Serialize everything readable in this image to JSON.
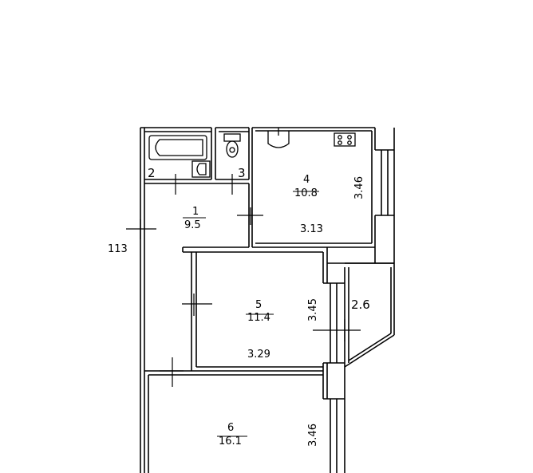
{
  "plan": {
    "outer_label": "113",
    "rooms": [
      {
        "id": "room-1",
        "number": "1",
        "area": "9.5"
      },
      {
        "id": "room-2",
        "number": "2"
      },
      {
        "id": "room-3",
        "number": "3"
      },
      {
        "id": "room-4",
        "number": "4",
        "area": "10.8",
        "dim_h": "3.46",
        "dim_w": "3.13"
      },
      {
        "id": "room-5",
        "number": "5",
        "area": "11.4",
        "dim_h": "3.45",
        "dim_w": "3.29"
      },
      {
        "id": "room-6",
        "number": "6",
        "area": "16.1",
        "dim_h": "3.46"
      },
      {
        "id": "balcony",
        "area": "2.6"
      }
    ]
  }
}
